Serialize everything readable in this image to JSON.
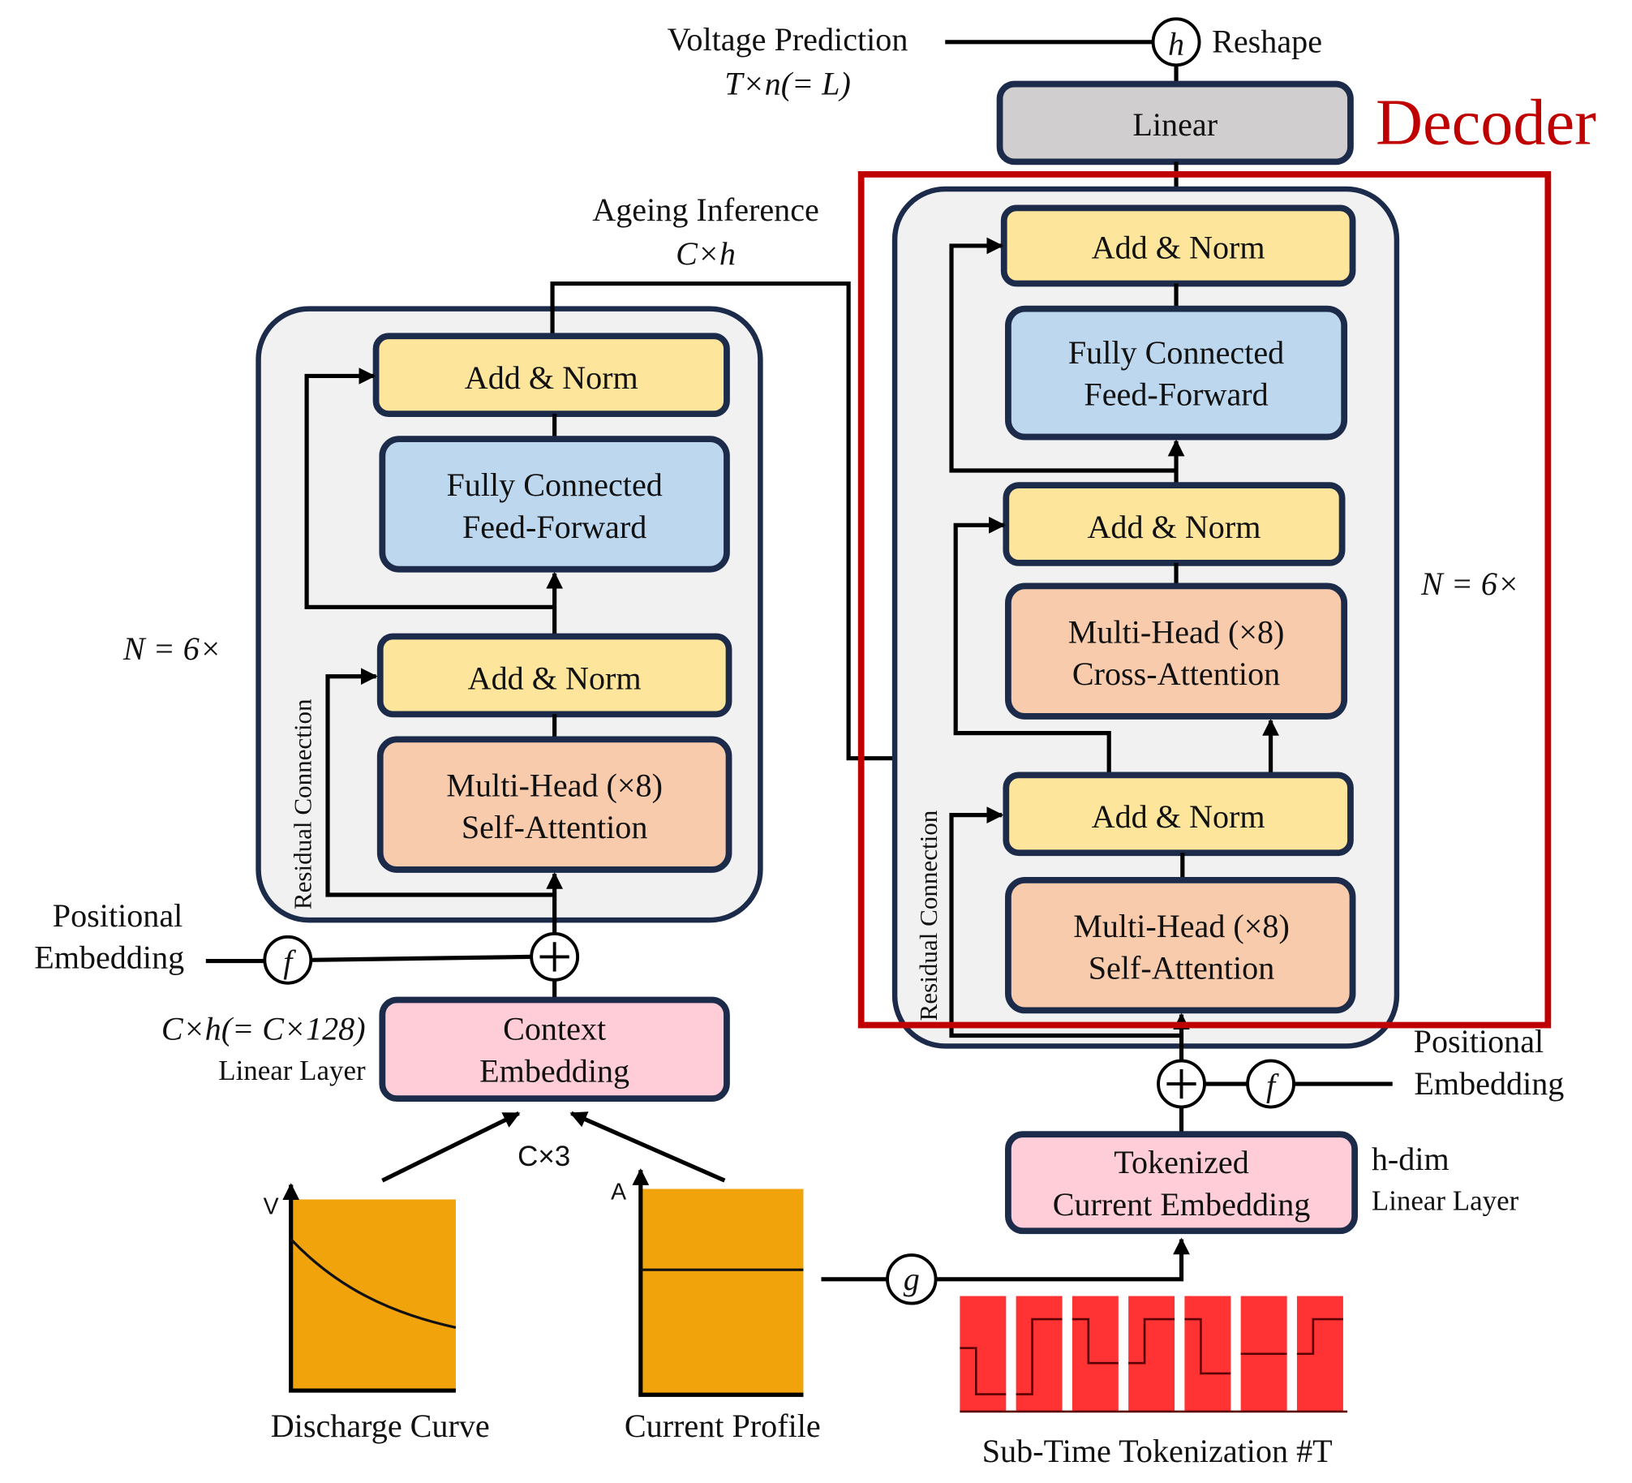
{
  "colors": {
    "add_norm": "#fde59c",
    "feed_forward": "#bdd7ee",
    "attention": "#f8cbad",
    "embedding": "#ffcdd8",
    "linear": "#d0cece",
    "frame": "#f1f1f2",
    "decoder_accent": "#c00000",
    "discharge_plot": "#f0a30a",
    "token_plot": "#ff3333"
  },
  "top": {
    "voltage_prediction": "Voltage Prediction",
    "voltage_shape": "T×n(= L)",
    "reshape_symbol": "h",
    "reshape_label": "Reshape",
    "linear_label": "Linear",
    "decoder_title": "Decoder"
  },
  "encoder": {
    "ageing_inference": "Ageing Inference",
    "ageing_shape": "C×h",
    "repeat_label": "N = 6×",
    "residual_label": "Residual Connection",
    "add_norm_top": "Add & Norm",
    "ff_line1": "Fully Connected",
    "ff_line2": "Feed-Forward",
    "add_norm_bottom": "Add & Norm",
    "attn_line1": "Multi-Head (×8)",
    "attn_line2": "Self-Attention",
    "pos_line1": "Positional",
    "pos_line2": "Embedding",
    "f_symbol": "f",
    "plus_symbol": "+",
    "ctx_shape": "C×h(= C×128)",
    "ctx_layer": "Linear Layer",
    "ctx_line1": "Context",
    "ctx_line2": "Embedding",
    "input_shape": "C×3"
  },
  "decoder": {
    "repeat_label": "N = 6×",
    "residual_label": "Residual Connection",
    "add_norm_top": "Add & Norm",
    "ff_line1": "Fully Connected",
    "ff_line2": "Feed-Forward",
    "add_norm_mid": "Add & Norm",
    "cross_line1": "Multi-Head (×8)",
    "cross_line2": "Cross-Attention",
    "add_norm_bottom": "Add & Norm",
    "self_line1": "Multi-Head (×8)",
    "self_line2": "Self-Attention",
    "pos_line1": "Positional",
    "pos_line2": "Embedding",
    "f_symbol": "f",
    "plus_symbol": "+",
    "tok_line1": "Tokenized",
    "tok_line2": "Current Embedding",
    "tok_dim": "h-dim",
    "tok_layer": "Linear Layer",
    "g_symbol": "g"
  },
  "plots": {
    "discharge_axis": "V",
    "discharge_label": "Discharge Curve",
    "current_axis": "A",
    "current_label": "Current Profile",
    "tokenization_label": "Sub-Time Tokenization #T",
    "token_count": 7,
    "token_levels": [
      [
        0.55,
        0.15
      ],
      [
        0.15,
        0.8
      ],
      [
        0.8,
        0.42
      ],
      [
        0.42,
        0.8
      ],
      [
        0.8,
        0.33
      ],
      [
        0.5,
        0.5
      ],
      [
        0.5,
        0.8
      ]
    ]
  }
}
